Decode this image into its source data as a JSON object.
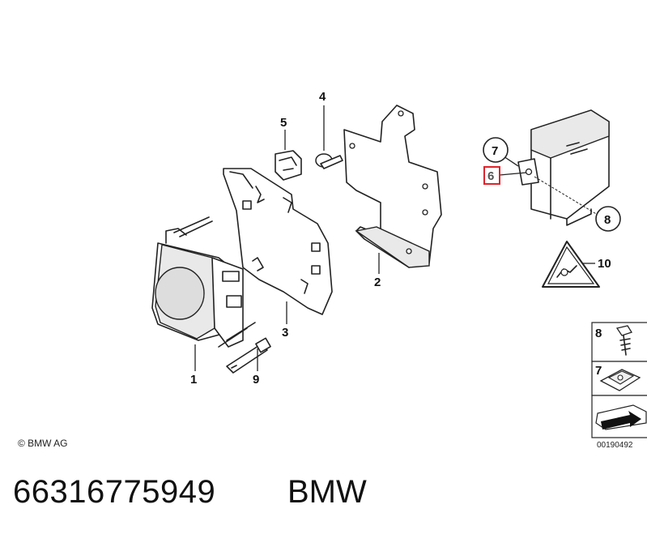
{
  "callouts": {
    "c1": "1",
    "c2": "2",
    "c3": "3",
    "c4": "4",
    "c5": "5",
    "c6": "6",
    "c7": "7",
    "c8": "8",
    "c9": "9",
    "c10": "10"
  },
  "legend": {
    "row1": "8",
    "row2": "7"
  },
  "copyright": "© BMW AG",
  "diagram_id": "00190492",
  "footer": {
    "part_number": "66316775949",
    "brand": "BMW"
  },
  "colors": {
    "highlight": "#e0222a",
    "line": "#222222"
  }
}
